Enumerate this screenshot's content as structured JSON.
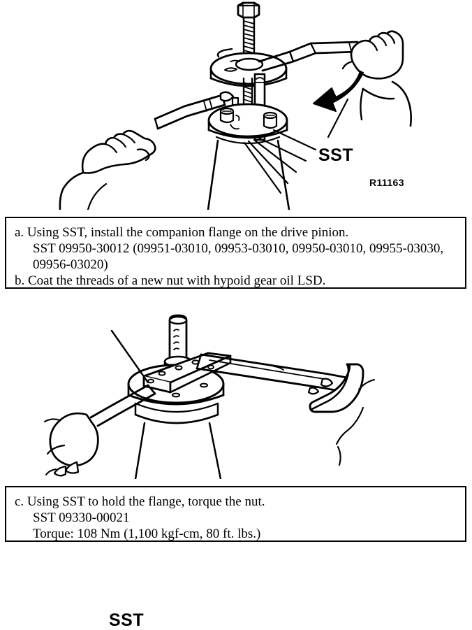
{
  "figure_top": {
    "code": "R11163",
    "callout": "SST",
    "icon_names": [
      "puller-tool-icon",
      "hex-bolt-icon",
      "companion-flange-icon",
      "left-hand-icon",
      "right-hand-icon",
      "rotation-arrow-icon"
    ]
  },
  "figure_bottom": {
    "callout": "SST",
    "icon_names": [
      "flange-holding-tool-icon",
      "companion-flange-icon",
      "pinion-shaft-icon",
      "left-hand-icon",
      "handle-grip-icon"
    ]
  },
  "instructions_1": {
    "lines": [
      {
        "text": "a. Using SST, install the companion flange on the drive pinion.",
        "indent": 0
      },
      {
        "text": "SST 09950-30012 (09951-03010, 09953-03010, 09950-03010, 09955-03030,",
        "indent": 1
      },
      {
        "text": "09956-03020)",
        "indent": 1
      },
      {
        "text": "b. Coat the threads of a new nut with hypoid gear oil LSD.",
        "indent": 0
      }
    ]
  },
  "instructions_2": {
    "lines": [
      {
        "text": "c. Using SST to hold the flange, torque the nut.",
        "indent": 0
      },
      {
        "text": "SST 09330-00021",
        "indent": 1
      },
      {
        "text": "Torque: 108 Nm (1,100 kgf-cm, 80 ft. lbs.)",
        "indent": 1
      }
    ]
  },
  "colors": {
    "ink": "#000000",
    "paper": "#ffffff"
  }
}
